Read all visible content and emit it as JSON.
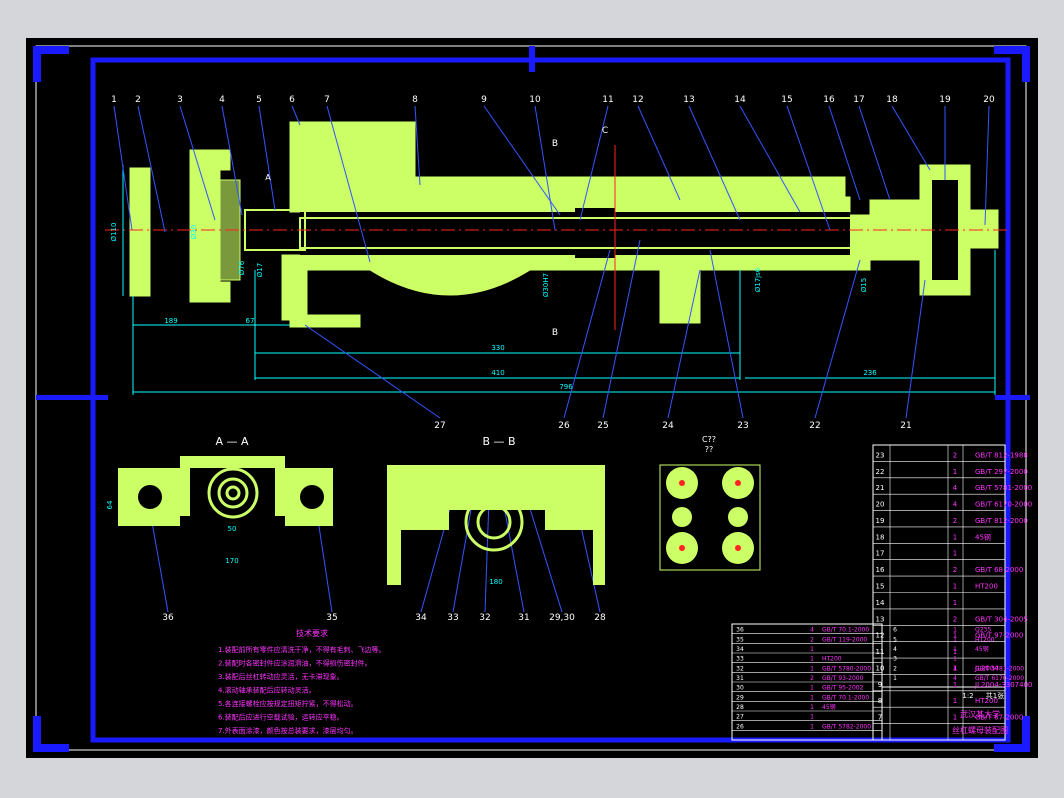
{
  "drawing": {
    "colors": {
      "background": "#000000",
      "frame": "#1a1aff",
      "part": "#ccff66",
      "leader": "#3355ff",
      "dimension": "#00ffff",
      "centerline": "#ff2222",
      "note_text": "#ff33ff",
      "white": "#ffffff",
      "canvas": "#d4d6da"
    },
    "part_labels": [
      "1",
      "2",
      "3",
      "4",
      "5",
      "6",
      "7",
      "8",
      "9",
      "10",
      "11",
      "12",
      "13",
      "14",
      "15",
      "16",
      "17",
      "18",
      "19",
      "20"
    ],
    "bottom_labels": [
      "27",
      "26",
      "25",
      "24",
      "23",
      "22",
      "21"
    ],
    "section_labels": {
      "aa_title": "A — A",
      "bb_title": "B — B",
      "c_title": "C??",
      "c_sub": "??",
      "aa_parts": [
        "36",
        "35"
      ],
      "bb_parts": [
        "34",
        "33",
        "32",
        "31",
        "29,30",
        "28"
      ]
    },
    "section_cut_marks": {
      "b_top": "B",
      "b_bottom": "B",
      "c_mark": "C",
      "a_mark": "A"
    },
    "dimensions": {
      "d_189": "189",
      "d_67": "67",
      "d_330": "330",
      "d_410": "410",
      "d_796": "796",
      "d_236": "236",
      "phi110": "Ø110",
      "phi30": "Ø30",
      "phi76": "Ø76",
      "phi30h": "Ø30H7",
      "phi17": "Ø17",
      "phi15": "Ø15",
      "phi17js": "Ø17js6",
      "aa_64": "64",
      "aa_50": "50",
      "aa_170": "170",
      "bb_180": "180"
    },
    "notes": {
      "title": "技术要求",
      "lines": [
        "1.装配前所有零件应清洗干净，不得有毛刺、飞边等。",
        "2.装配时各密封件应涂润滑油，不得损伤密封件。",
        "3.装配后丝杠转动应灵活，无卡滞现象。",
        "4.滚动轴承装配后应转动灵活。",
        "5.各连接螺栓应按规定扭矩拧紧，不得松动。",
        "6.装配后应进行空载试验，运转应平稳。",
        "7.外表面涂漆，颜色按总装要求，漆层均匀。"
      ]
    },
    "bom_right": {
      "rows": [
        {
          "no": "23",
          "qty": "2",
          "std": "GB/T 812-1988"
        },
        {
          "no": "22",
          "qty": "1",
          "std": "GB/T 297-2000"
        },
        {
          "no": "21",
          "qty": "4",
          "std": "GB/T 5781-2000"
        },
        {
          "no": "20",
          "qty": "4",
          "std": "GB/T 6170-2000"
        },
        {
          "no": "19",
          "qty": "2",
          "std": "GB/T 812-2000"
        },
        {
          "no": "18",
          "qty": "1",
          "std": "45钢"
        },
        {
          "no": "17",
          "qty": "1",
          "std": ""
        },
        {
          "no": "16",
          "qty": "2",
          "std": "GB/T 68-2000"
        },
        {
          "no": "15",
          "qty": "1",
          "std": "HT200"
        },
        {
          "no": "14",
          "qty": "1",
          "std": ""
        },
        {
          "no": "13",
          "qty": "2",
          "std": "GB/T 304-2005"
        },
        {
          "no": "12",
          "qty": "1",
          "std": "GB/T 97-2000"
        },
        {
          "no": "11",
          "qty": "1",
          "std": ""
        },
        {
          "no": "10",
          "qty": "1",
          "std": "JL2004"
        },
        {
          "no": "9",
          "qty": "1",
          "std": "JL2004-3307400"
        },
        {
          "no": "8",
          "qty": "1",
          "std": "HT200"
        },
        {
          "no": "7",
          "qty": "1",
          "std": "GB/T 67-2000"
        }
      ]
    },
    "bom_left": {
      "rows": [
        {
          "no": "36",
          "qty": "4",
          "std": "GB/T 70.1-2000"
        },
        {
          "no": "35",
          "qty": "2",
          "std": "GB/T 119-2000"
        },
        {
          "no": "34",
          "qty": "1",
          "std": ""
        },
        {
          "no": "33",
          "qty": "1",
          "std": "HT200"
        },
        {
          "no": "32",
          "qty": "1",
          "std": "GB/T 5780-2000"
        },
        {
          "no": "31",
          "qty": "2",
          "std": "GB/T 93-2000"
        },
        {
          "no": "30",
          "qty": "1",
          "std": "GB/T 95-2002"
        },
        {
          "no": "29",
          "qty": "1",
          "std": "GB/T 70.1-2000"
        },
        {
          "no": "28",
          "qty": "1",
          "std": "45钢"
        },
        {
          "no": "27",
          "qty": "1",
          "std": ""
        },
        {
          "no": "26",
          "qty": "1",
          "std": "GB/T 5782-2000"
        }
      ],
      "right_col_rows": [
        {
          "no": "6",
          "qty": "1",
          "std": "Q235"
        },
        {
          "no": "5",
          "qty": "1",
          "std": "HT200"
        },
        {
          "no": "4",
          "qty": "1",
          "std": "45钢"
        },
        {
          "no": "3",
          "qty": "1",
          "std": ""
        },
        {
          "no": "2",
          "qty": "4",
          "std": "GB/T 5781-2000"
        },
        {
          "no": "1",
          "qty": "4",
          "std": "GB/T 6170-2000"
        }
      ]
    },
    "title_block": {
      "name": "丝杠螺母装配图",
      "school": "武汉某大学",
      "scale": "1:2",
      "sheet": "共1张"
    }
  }
}
